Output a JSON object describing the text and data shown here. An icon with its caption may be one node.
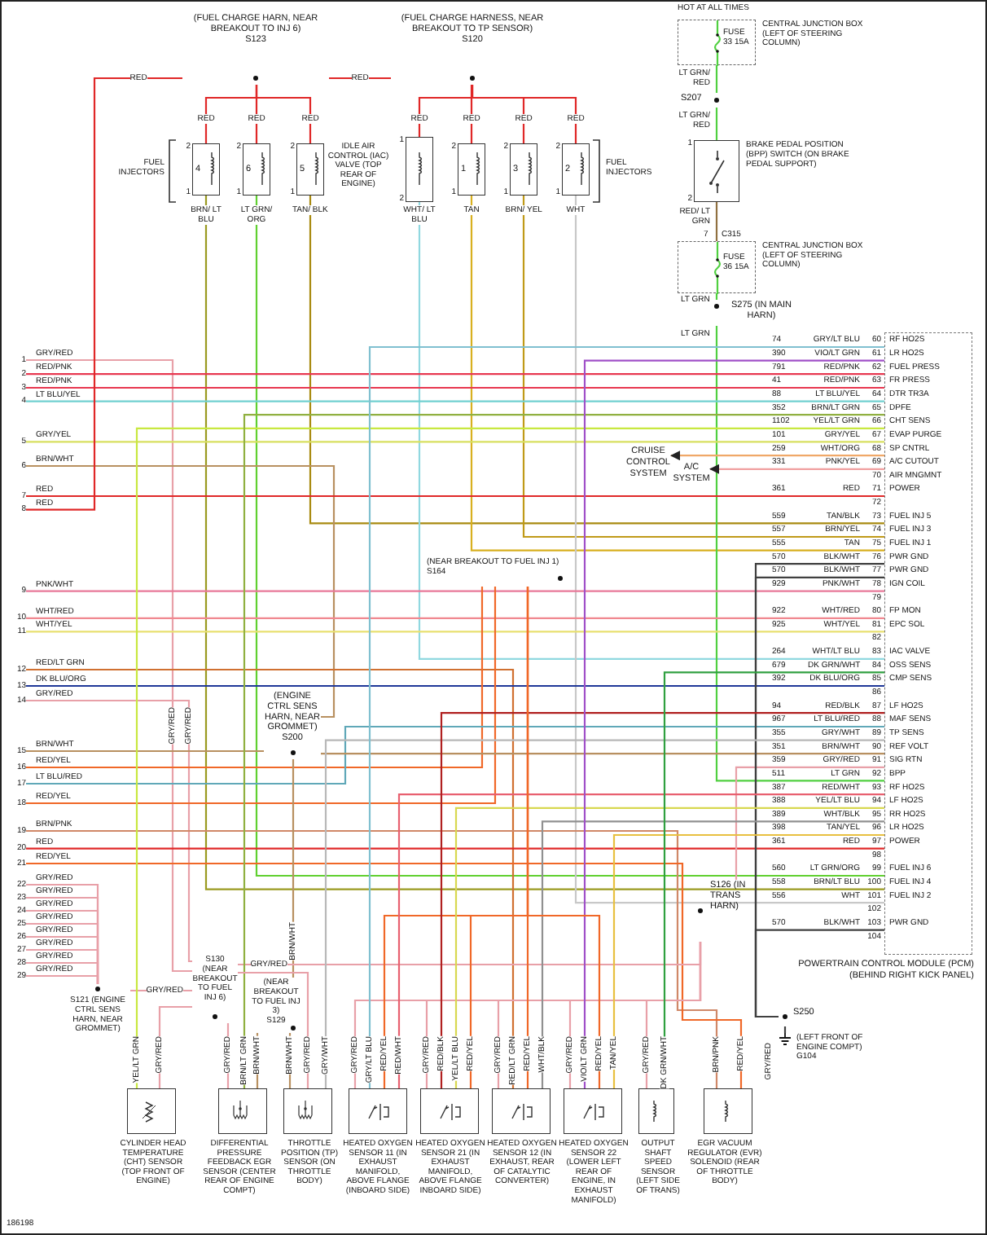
{
  "diagram": {
    "nodes": [
      {
        "text": [
          "(FUEL CHARGE HARN, NEAR BREAKOUT TO INJ 6)",
          "S123"
        ]
      },
      {
        "text": [
          "(FUEL CHARGE HARNESS, NEAR BREAKOUT TO TP SENSOR)",
          "S120"
        ]
      },
      {
        "text": [
          "4"
        ],
        "beside": [
          "2",
          "1"
        ]
      },
      {
        "text": [
          "6"
        ],
        "beside": [
          "2",
          "1"
        ]
      },
      {
        "text": [
          "5"
        ],
        "beside": [
          "2",
          "1"
        ]
      },
      {
        "text": [
          "IDLE AIR CONTROL (IAC) VALVE (TOP REAR OF ENGINE)"
        ],
        "beside": [
          "1",
          "2"
        ]
      },
      {
        "text": [
          "1"
        ],
        "beside": [
          "2",
          "1"
        ]
      },
      {
        "text": [
          "3"
        ],
        "beside": [
          "2",
          "1"
        ]
      },
      {
        "text": [
          "2"
        ],
        "beside": [
          "2",
          "1"
        ]
      },
      {
        "text": [
          "FUSE 33 15A",
          "CENTRAL JUNCTION BOX (LEFT OF STEERING COLUMN)"
        ]
      },
      {
        "text": [
          "S207"
        ]
      },
      {
        "text": [
          "BRAKE PEDAL POSITION (BPP) SWITCH (ON BRAKE PEDAL SUPPORT)"
        ],
        "beside": [
          "1",
          "2"
        ]
      },
      {
        "text": [
          "FUSE 36 15A",
          "CENTRAL JUNCTION BOX (LEFT OF STEERING COLUMN)"
        ],
        "beside": [
          "7",
          "C315"
        ]
      },
      {
        "text": [
          "S275 (IN MAIN HARN)"
        ]
      },
      {
        "text": [
          "POWERTRAIN CONTROL MODULE (PCM) (BEHIND RIGHT KICK PANEL)"
        ]
      },
      {
        "text": [
          "CRUISE CONTROL SYSTEM"
        ]
      },
      {
        "text": [
          "A/C SYSTEM"
        ]
      },
      {
        "text": [
          "(ENGINE CTRL SENS HARN, NEAR GROMMET)",
          "S200"
        ]
      },
      {
        "text": [
          "(NEAR BREAKOUT TO FUEL INJ 1)",
          "S164"
        ]
      },
      {
        "text": [
          "S121 (ENGINE CTRL SENS HARN, NEAR GROMMET)"
        ]
      },
      {
        "text": [
          "S130 (NEAR BREAKOUT TO FUEL INJ 6)"
        ]
      },
      {
        "text": [
          "(NEAR BREAKOUT TO FUEL INJ 3)",
          "S129"
        ]
      },
      {
        "text": [
          "S126 (IN TRANS HARN)"
        ]
      },
      {
        "text": [
          "S250"
        ]
      },
      {
        "text": [
          "(LEFT FRONT OF ENGINE COMPT)",
          "G104"
        ]
      },
      {
        "text": [
          "CYLINDER HEAD TEMPERATURE (CHT) SENSOR (TOP FRONT OF ENGINE)"
        ]
      },
      {
        "text": [
          "DIFFERENTIAL PRESSURE FEEDBACK EGR SENSOR (CENTER REAR OF ENGINE COMPT)"
        ]
      },
      {
        "text": [
          "THROTTLE POSITION (TP) SENSOR (ON THROTTLE BODY)"
        ]
      },
      {
        "text": [
          "HEATED OXYGEN SENSOR 11 (IN EXHAUST MANIFOLD, ABOVE FLANGE (INBOARD SIDE)"
        ]
      },
      {
        "text": [
          "HEATED OXYGEN SENSOR 21 (IN EXHAUST MANIFOLD, ABOVE FLANGE INBOARD SIDE)"
        ]
      },
      {
        "text": [
          "HEATED OXYGEN SENSOR 12 (IN EXHAUST, REAR OF CATALYTIC CONVERTER)"
        ]
      },
      {
        "text": [
          "HEATED OXYGEN SENSOR 22 (LOWER LEFT REAR OF ENGINE, IN EXHAUST MANIFOLD)"
        ]
      },
      {
        "text": [
          "OUTPUT SHAFT SPEED SENSOR (LEFT SIDE OF TRANS)"
        ]
      },
      {
        "text": [
          "EGR VACUUM REGULATOR (EVR) SOLENOID (REAR OF THROTTLE BODY)"
        ]
      },
      {
        "text": [
          "1"
        ]
      },
      {
        "text": [
          "2"
        ]
      },
      {
        "text": [
          "3"
        ]
      },
      {
        "text": [
          "4"
        ]
      },
      {
        "text": [
          "5"
        ]
      },
      {
        "text": [
          "6"
        ]
      },
      {
        "text": [
          "7"
        ]
      },
      {
        "text": [
          "8"
        ]
      },
      {
        "text": [
          "9"
        ]
      },
      {
        "text": [
          "10"
        ]
      },
      {
        "text": [
          "11"
        ]
      },
      {
        "text": [
          "12"
        ]
      },
      {
        "text": [
          "13"
        ]
      },
      {
        "text": [
          "14"
        ]
      },
      {
        "text": [
          "15"
        ]
      },
      {
        "text": [
          "16"
        ]
      },
      {
        "text": [
          "17"
        ]
      },
      {
        "text": [
          "18"
        ]
      },
      {
        "text": [
          "19"
        ]
      },
      {
        "text": [
          "20"
        ]
      },
      {
        "text": [
          "21"
        ]
      },
      {
        "text": [
          "22"
        ]
      },
      {
        "text": [
          "23"
        ]
      },
      {
        "text": [
          "24"
        ]
      },
      {
        "text": [
          "25"
        ]
      },
      {
        "text": [
          "26"
        ]
      },
      {
        "text": [
          "27"
        ]
      },
      {
        "text": [
          "28"
        ]
      },
      {
        "text": [
          "29"
        ]
      }
    ],
    "edges": [
      {
        "from": 0,
        "to": 1,
        "arrow": "none",
        "label": "RED",
        "color": "#e02828"
      },
      {
        "from": 0,
        "to": 2,
        "arrow": "none",
        "label": "RED",
        "color": "#e02828"
      },
      {
        "from": 0,
        "to": 3,
        "arrow": "none",
        "label": "RED",
        "color": "#e02828"
      },
      {
        "from": 0,
        "to": 4,
        "arrow": "none",
        "label": "RED",
        "color": "#e02828"
      },
      {
        "from": 1,
        "to": 5,
        "arrow": "none",
        "label": "RED",
        "color": "#e02828"
      },
      {
        "from": 1,
        "to": 6,
        "arrow": "none",
        "label": "RED",
        "color": "#e02828"
      },
      {
        "from": 1,
        "to": 7,
        "arrow": "none",
        "label": "RED",
        "color": "#e02828"
      },
      {
        "from": 1,
        "to": 8,
        "arrow": "none",
        "label": "RED",
        "color": "#e02828"
      },
      {
        "from": 2,
        "to": 14,
        "arrow": "none",
        "label": "BRN/ LT BLU",
        "color": "#9a9a20"
      },
      {
        "from": 3,
        "to": 14,
        "arrow": "none",
        "label": "LT GRN/ ORG",
        "color": "#60d030"
      },
      {
        "from": 4,
        "to": 14,
        "arrow": "none",
        "label": "TAN/ BLK",
        "color": "#a88a10"
      },
      {
        "from": 5,
        "to": 14,
        "arrow": "none",
        "label": "WHT/ LT BLU",
        "color": "#90d8e0"
      },
      {
        "from": 6,
        "to": 14,
        "arrow": "none",
        "label": "TAN",
        "color": "#d8b020"
      },
      {
        "from": 7,
        "to": 14,
        "arrow": "none",
        "label": "BRN/ YEL",
        "color": "#c09a18"
      },
      {
        "from": 8,
        "to": 14,
        "arrow": "none",
        "label": "WHT",
        "color": "#c8c8c8"
      },
      {
        "from": 9,
        "to": 10,
        "arrow": "none",
        "label": "LT GRN/ RED",
        "color": "#50d040"
      },
      {
        "from": 10,
        "to": 11,
        "arrow": "none",
        "label": "LT GRN/ RED",
        "color": "#50d040"
      },
      {
        "from": 11,
        "to": 12,
        "arrow": "none",
        "label": "RED/ LT GRN",
        "color": "#907040"
      },
      {
        "from": 12,
        "to": 13,
        "arrow": "none",
        "label": "LT GRN",
        "color": "#50d040"
      },
      {
        "from": 13,
        "to": 14,
        "arrow": "none",
        "label": "LT GRN",
        "color": "#50d040"
      },
      {
        "from": 14,
        "to": 15,
        "arrow": "to",
        "color": "#f0a868"
      },
      {
        "from": 14,
        "to": 16,
        "arrow": "to",
        "color": "#f0a0a0"
      },
      {
        "from": 34,
        "to": 20,
        "arrow": "none",
        "label": "GRY/RED",
        "color": "#e8a0a8"
      },
      {
        "from": 35,
        "to": 14,
        "arrow": "none",
        "label": "RED/PNK",
        "color": "#e83850"
      },
      {
        "from": 36,
        "to": 14,
        "arrow": "none",
        "label": "RED/PNK",
        "color": "#e83850"
      },
      {
        "from": 37,
        "to": 14,
        "arrow": "none",
        "label": "LT BLU/YEL",
        "color": "#70d0d0"
      },
      {
        "from": 38,
        "to": 14,
        "arrow": "none",
        "label": "GRY/YEL",
        "color": "#d8e060"
      },
      {
        "from": 39,
        "to": 17,
        "arrow": "none",
        "label": "BRN/WHT",
        "color": "#b89060"
      },
      {
        "from": 40,
        "to": 14,
        "arrow": "none",
        "label": "RED",
        "color": "#e02828"
      },
      {
        "from": 41,
        "to": 0,
        "arrow": "none",
        "label": "RED",
        "color": "#e02828"
      },
      {
        "from": 42,
        "to": 14,
        "arrow": "none",
        "label": "PNK/WHT",
        "color": "#e87898"
      },
      {
        "from": 43,
        "to": 14,
        "arrow": "none",
        "label": "WHT/RED",
        "color": "#f08890"
      },
      {
        "from": 44,
        "to": 14,
        "arrow": "none",
        "label": "WHT/YEL",
        "color": "#e8e070"
      },
      {
        "from": 45,
        "to": 30,
        "arrow": "none",
        "label": "RED/LT GRN",
        "color": "#d07030"
      },
      {
        "from": 46,
        "to": 14,
        "arrow": "none",
        "label": "DK BLU/ORG",
        "color": "#203898"
      },
      {
        "from": 47,
        "to": 20,
        "arrow": "none",
        "label": "GRY/RED",
        "color": "#e8a0a8"
      },
      {
        "from": 48,
        "to": 17,
        "arrow": "none",
        "label": "BRN/WHT",
        "color": "#b89060"
      },
      {
        "from": 49,
        "to": 18,
        "arrow": "none",
        "label": "RED/YEL",
        "color": "#f06828"
      },
      {
        "from": 50,
        "to": 14,
        "arrow": "none",
        "label": "LT BLU/RED",
        "color": "#60a8b8"
      },
      {
        "from": 51,
        "to": 18,
        "arrow": "none",
        "label": "RED/YEL",
        "color": "#f06828"
      },
      {
        "from": 52,
        "to": 33,
        "arrow": "none",
        "label": "BRN/PNK",
        "color": "#d08868"
      },
      {
        "from": 53,
        "to": 14,
        "arrow": "none",
        "label": "RED",
        "color": "#e02828"
      },
      {
        "from": 54,
        "to": 33,
        "arrow": "none",
        "label": "RED/YEL",
        "color": "#f06828"
      },
      {
        "from": 55,
        "to": 19,
        "arrow": "none",
        "label": "GRY/RED",
        "color": "#e8a0a8"
      },
      {
        "from": 56,
        "to": 19,
        "arrow": "none",
        "label": "GRY/RED",
        "color": "#e8a0a8"
      },
      {
        "from": 57,
        "to": 19,
        "arrow": "none",
        "label": "GRY/RED",
        "color": "#e8a0a8"
      },
      {
        "from": 58,
        "to": 19,
        "arrow": "none",
        "label": "GRY/RED",
        "color": "#e8a0a8"
      },
      {
        "from": 59,
        "to": 19,
        "arrow": "none",
        "label": "GRY/RED",
        "color": "#e8a0a8"
      },
      {
        "from": 60,
        "to": 19,
        "arrow": "none",
        "label": "GRY/RED",
        "color": "#e8a0a8"
      },
      {
        "from": 61,
        "to": 19,
        "arrow": "none",
        "label": "GRY/RED",
        "color": "#e8a0a8"
      },
      {
        "from": 62,
        "to": 19,
        "arrow": "none",
        "label": "GRY/RED",
        "color": "#e8a0a8"
      },
      {
        "from": 17,
        "to": 14,
        "arrow": "none",
        "color": "#b89060"
      },
      {
        "from": 21,
        "to": 17,
        "arrow": "none",
        "label": "BRN/WHT",
        "color": "#b89060"
      },
      {
        "from": 19,
        "to": 20,
        "arrow": "none",
        "label": "GRY/RED",
        "color": "#e8a0a8"
      },
      {
        "from": 20,
        "to": 22,
        "arrow": "none",
        "label": "GRY/RED",
        "color": "#e8a0a8"
      },
      {
        "from": 22,
        "to": 14,
        "arrow": "none",
        "color": "#e8a0a8"
      },
      {
        "from": 14,
        "to": 23,
        "arrow": "none",
        "color": "#404040"
      },
      {
        "from": 14,
        "to": 23,
        "arrow": "none",
        "color": "#404040"
      },
      {
        "from": 14,
        "to": 23,
        "arrow": "none",
        "color": "#404040"
      },
      {
        "from": 23,
        "to": 24,
        "arrow": "none",
        "color": "#404040"
      },
      {
        "from": 25,
        "to": 20,
        "arrow": "none",
        "label": "GRY/RED",
        "color": "#e8a0a8"
      },
      {
        "from": 25,
        "to": 14,
        "arrow": "none",
        "label": "YEL/LT GRN",
        "color": "#c8e840"
      },
      {
        "from": 26,
        "to": 20,
        "arrow": "none",
        "label": "GRY/RED",
        "color": "#e8a0a8"
      },
      {
        "from": 26,
        "to": 14,
        "arrow": "none",
        "label": "BRN/LT GRN",
        "color": "#90b040"
      },
      {
        "from": 26,
        "to": 21,
        "arrow": "none",
        "label": "BRN/WHT",
        "color": "#b89060"
      },
      {
        "from": 27,
        "to": 21,
        "arrow": "none",
        "label": "BRN/WHT",
        "color": "#b89060"
      },
      {
        "from": 27,
        "to": 20,
        "arrow": "none",
        "label": "GRY/RED",
        "color": "#e8a0a8"
      },
      {
        "from": 27,
        "to": 14,
        "arrow": "none",
        "label": "GRY/WHT",
        "color": "#b8b8b8"
      },
      {
        "from": 28,
        "to": 22,
        "arrow": "none",
        "label": "GRY/RED",
        "color": "#e8a0a8"
      },
      {
        "from": 28,
        "to": 14,
        "arrow": "none",
        "label": "GRY/LT BLU",
        "color": "#80c0d0"
      },
      {
        "from": 28,
        "to": 18,
        "arrow": "none",
        "label": "RED/YEL",
        "color": "#f06828"
      },
      {
        "from": 28,
        "to": 14,
        "arrow": "none",
        "label": "RED/WHT",
        "color": "#e86070"
      },
      {
        "from": 29,
        "to": 22,
        "arrow": "none",
        "label": "GRY/RED",
        "color": "#e8a0a8"
      },
      {
        "from": 29,
        "to": 14,
        "arrow": "none",
        "label": "RED/BLK",
        "color": "#b02020"
      },
      {
        "from": 29,
        "to": 14,
        "arrow": "none",
        "label": "YEL/LT BLU",
        "color": "#d8d850"
      },
      {
        "from": 29,
        "to": 18,
        "arrow": "none",
        "label": "RED/YEL",
        "color": "#f06828"
      },
      {
        "from": 30,
        "to": 22,
        "arrow": "none",
        "label": "GRY/RED",
        "color": "#e8a0a8"
      },
      {
        "from": 30,
        "to": 18,
        "arrow": "none",
        "label": "RED/YEL",
        "color": "#f06828"
      },
      {
        "from": 30,
        "to": 14,
        "arrow": "none",
        "label": "WHT/BLK",
        "color": "#909090"
      },
      {
        "from": 31,
        "to": 22,
        "arrow": "none",
        "label": "GRY/RED",
        "color": "#e8a0a8"
      },
      {
        "from": 31,
        "to": 14,
        "arrow": "none",
        "label": "VIO/LT GRN",
        "color": "#a050c8"
      },
      {
        "from": 31,
        "to": 18,
        "arrow": "none",
        "label": "RED/YEL",
        "color": "#f06828"
      },
      {
        "from": 31,
        "to": 14,
        "arrow": "none",
        "label": "TAN/YEL",
        "color": "#e8c040"
      },
      {
        "from": 32,
        "to": 22,
        "arrow": "none",
        "label": "GRY/RED",
        "color": "#e8a0a8"
      },
      {
        "from": 32,
        "to": 14,
        "arrow": "none",
        "label": "DK GRN/WHT",
        "color": "#30a040"
      }
    ],
    "labels": [
      "HOT AT ALL TIMES",
      "RED",
      "FUEL INJECTORS",
      "FUEL INJECTORS",
      "74",
      "GRY/LT BLU",
      "60",
      "RF HO2S",
      "390",
      "VIO/LT GRN",
      "61",
      "LR HO2S",
      "791",
      "RED/PNK",
      "62",
      "FUEL PRESS",
      "41",
      "RED/PNK",
      "63",
      "FR PRESS",
      "88",
      "LT BLU/YEL",
      "64",
      "DTR TR3A",
      "352",
      "BRN/LT GRN",
      "65",
      "DPFE",
      "1102",
      "YEL/LT GRN",
      "66",
      "CHT SENS",
      "101",
      "GRY/YEL",
      "67",
      "EVAP PURGE",
      "259",
      "WHT/ORG",
      "68",
      "SP CNTRL",
      "331",
      "PNK/YEL",
      "69",
      "A/C CUTOUT",
      "70",
      "AIR MNGMNT",
      "361",
      "RED",
      "71",
      "POWER",
      "72",
      "559",
      "TAN/BLK",
      "73",
      "FUEL INJ 5",
      "557",
      "BRN/YEL",
      "74",
      "FUEL INJ 3",
      "555",
      "TAN",
      "75",
      "FUEL INJ 1",
      "570",
      "BLK/WHT",
      "76",
      "PWR GND",
      "570",
      "BLK/WHT",
      "77",
      "PWR GND",
      "929",
      "PNK/WHT",
      "78",
      "IGN COIL",
      "79",
      "922",
      "WHT/RED",
      "80",
      "FP MON",
      "925",
      "WHT/YEL",
      "81",
      "EPC SOL",
      "82",
      "264",
      "WHT/LT BLU",
      "83",
      "IAC VALVE",
      "679",
      "DK GRN/WHT",
      "84",
      "OSS SENS",
      "392",
      "DK BLU/ORG",
      "85",
      "CMP SENS",
      "86",
      "94",
      "RED/BLK",
      "87",
      "LF HO2S",
      "967",
      "LT BLU/RED",
      "88",
      "MAF SENS",
      "355",
      "GRY/WHT",
      "89",
      "TP SENS",
      "351",
      "BRN/WHT",
      "90",
      "REF VOLT",
      "359",
      "GRY/RED",
      "91",
      "SIG RTN",
      "511",
      "LT GRN",
      "92",
      "BPP",
      "387",
      "RED/WHT",
      "93",
      "RF HO2S",
      "388",
      "YEL/LT BLU",
      "94",
      "LF HO2S",
      "389",
      "WHT/BLK",
      "95",
      "RR HO2S",
      "398",
      "TAN/YEL",
      "96",
      "LR HO2S",
      "361",
      "RED",
      "97",
      "POWER",
      "98",
      "560",
      "LT GRN/ORG",
      "99",
      "FUEL INJ 6",
      "558",
      "BRN/LT BLU",
      "100",
      "FUEL INJ 4",
      "556",
      "WHT",
      "101",
      "FUEL INJ 2",
      "102",
      "570",
      "BLK/WHT",
      "103",
      "PWR GND",
      "104",
      "GRY/RED",
      "GRY/RED",
      "RED/LT GRN",
      "BRN/PNK",
      "RED/YEL",
      "GRY/RED",
      "186198"
    ]
  }
}
